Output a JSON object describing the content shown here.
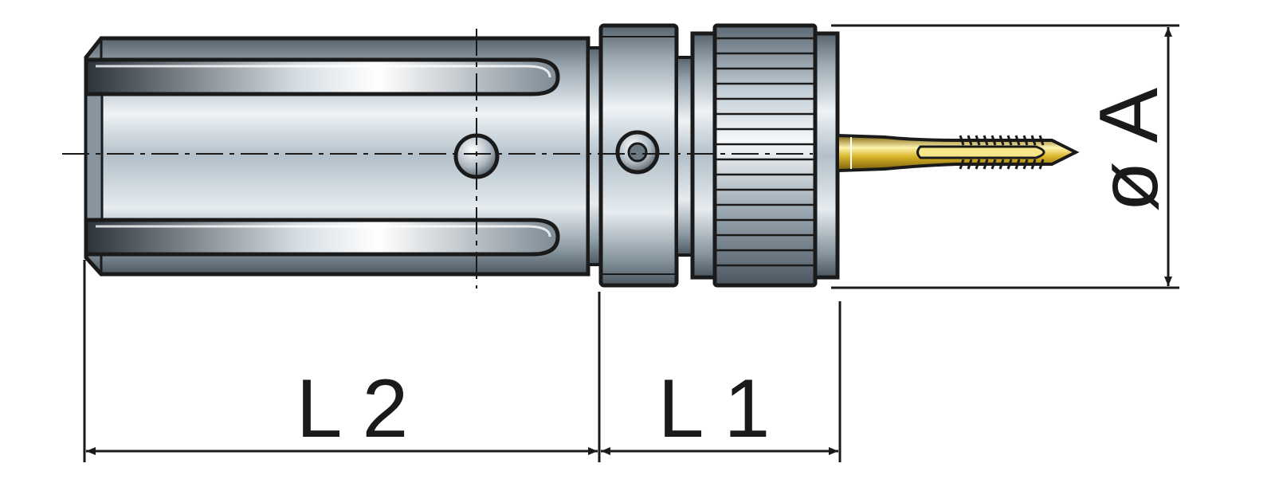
{
  "dimensions": {
    "l2_label": "L 2",
    "l1_label": "L 1",
    "diameter_label": "ø A"
  },
  "colors": {
    "outline": "#1a1a1a",
    "steel_dark": "#4f5c66",
    "steel_mid": "#a9b6c0",
    "steel_light": "#f4f7f9",
    "tap_dark": "#8a6f0c",
    "tap_light": "#fff2a6"
  }
}
